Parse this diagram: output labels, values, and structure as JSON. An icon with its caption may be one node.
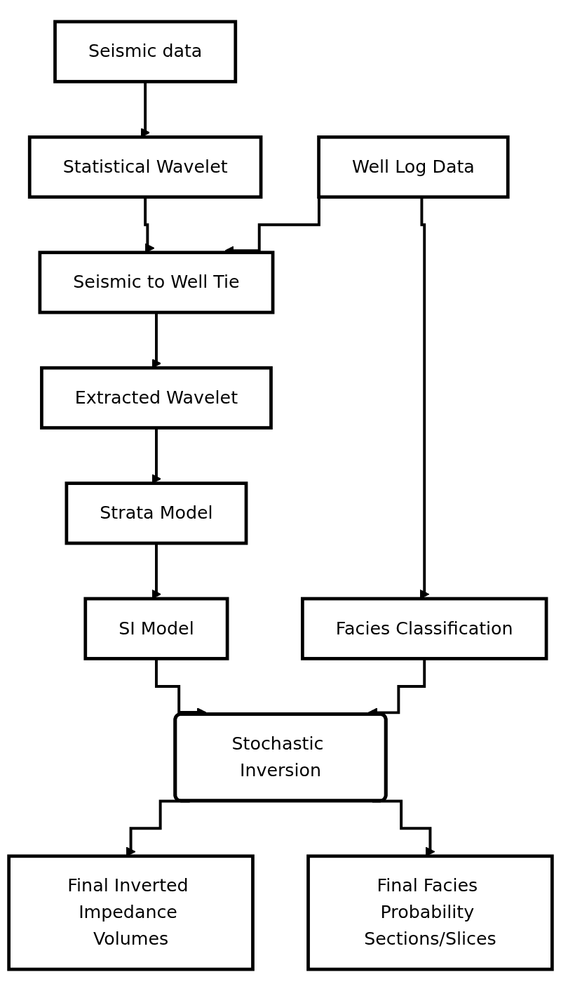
{
  "diagram": {
    "nodes": [
      {
        "text": [
          "Seismic data"
        ]
      },
      {
        "text": [
          "Well Log Data"
        ]
      },
      {
        "text": [
          "Statistical Wavelet"
        ]
      },
      {
        "text": [
          "Seismic to Well Tie"
        ]
      },
      {
        "text": [
          "Extracted Wavelet"
        ]
      },
      {
        "text": [
          "Strata Model"
        ]
      },
      {
        "text": [
          "SI Model"
        ]
      },
      {
        "text": [
          "Facies Classification"
        ]
      },
      {
        "text": [
          "Stochastic Inversion"
        ]
      },
      {
        "text": [
          "Final Inverted Impedance Volumes"
        ]
      },
      {
        "text": [
          "Final Facies Probability Sections/Slices"
        ]
      }
    ],
    "edges": [
      {
        "from": 0,
        "to": 2,
        "arrow": "to"
      },
      {
        "from": 2,
        "to": 3,
        "arrow": "to"
      },
      {
        "from": 1,
        "to": 3,
        "arrow": "to"
      },
      {
        "from": 3,
        "to": 4,
        "arrow": "to"
      },
      {
        "from": 4,
        "to": 5,
        "arrow": "to"
      },
      {
        "from": 5,
        "to": 6,
        "arrow": "to"
      },
      {
        "from": 1,
        "to": 7,
        "arrow": "to"
      },
      {
        "from": 6,
        "to": 8,
        "arrow": "to"
      },
      {
        "from": 7,
        "to": 8,
        "arrow": "to"
      },
      {
        "from": 8,
        "to": 9,
        "arrow": "to"
      },
      {
        "from": 8,
        "to": 10,
        "arrow": "to"
      }
    ]
  }
}
